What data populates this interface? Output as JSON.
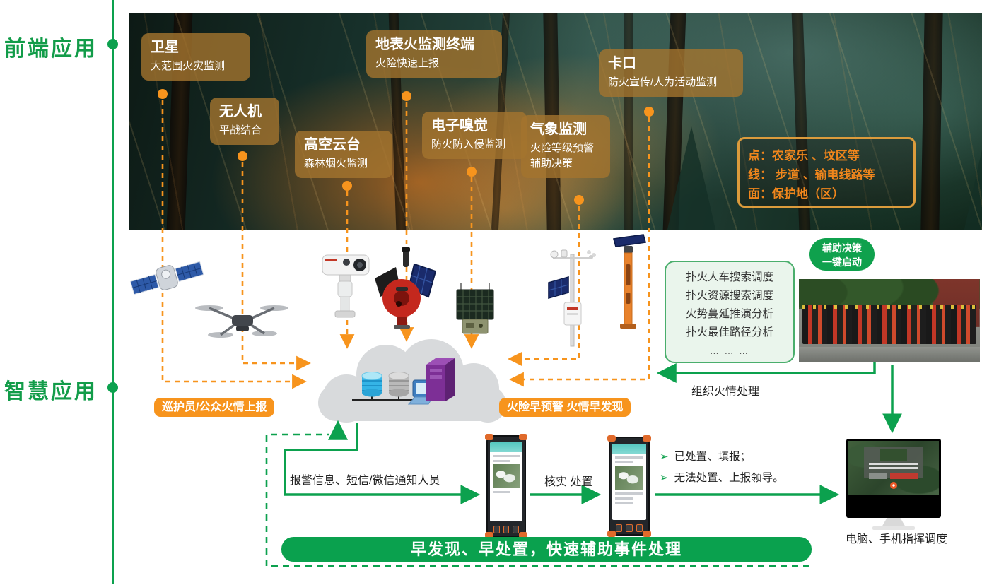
{
  "rail": {
    "front_label": "前端应用",
    "smart_label": "智慧应用"
  },
  "forest_labels": [
    {
      "title": "卫星",
      "line1": "大范围火灾监测"
    },
    {
      "title": "无人机",
      "line1": "平战结合"
    },
    {
      "title": "高空云台",
      "line1": "森林烟火监测"
    },
    {
      "title": "地表火监测终端",
      "line1": "火险快速上报"
    },
    {
      "title": "电子嗅觉",
      "line1": "防火防入侵监测"
    },
    {
      "title": "气象监测",
      "line1": "火险等级预警",
      "line2": "辅助决策"
    },
    {
      "title": "卡口",
      "line1": "防火宣传/人为活动监测"
    }
  ],
  "legend": {
    "line1": "点：农家乐 、坟区等",
    "line2": "线： 步道 、输电线路等",
    "line3": "面：保护地（区）"
  },
  "banners": {
    "patrol": "巡护员/公众火情上报",
    "early_warning": "火险早预警 火情早发现",
    "bottom": "早发现、早处置，快速辅助事件处理"
  },
  "badge": {
    "line1": "辅助决策",
    "line2": "一键启动"
  },
  "decision": {
    "items": [
      "扑火人车搜索调度",
      "扑火资源搜索调度",
      "火势蔓延推演分析",
      "扑火最佳路径分析",
      "… … …"
    ]
  },
  "flow": {
    "organize_label": "组织火情处理",
    "notify_label": "报警信息、短信/微信通知人员",
    "verify_label": "核实 处置",
    "bullet_glyph": "➢",
    "bullets": [
      "已处置、填报；",
      "无法处置、上报领导。"
    ],
    "monitor_caption": "电脑、手机指挥调度"
  },
  "devices": [
    "satellite",
    "drone",
    "ptz-camera",
    "surface-fire-terminal",
    "electronic-nose-sensor",
    "weather-station",
    "checkpoint-pole"
  ],
  "colors": {
    "green": "#0CA14E",
    "orange": "#F7941D",
    "legend_orange": "#F0861C",
    "overlay_box": "rgba(164,116,46,0.8)",
    "decision_bg": "#EAF5EC",
    "decision_border": "#4AAE6C",
    "cloud_gray": "#D8DADC"
  }
}
